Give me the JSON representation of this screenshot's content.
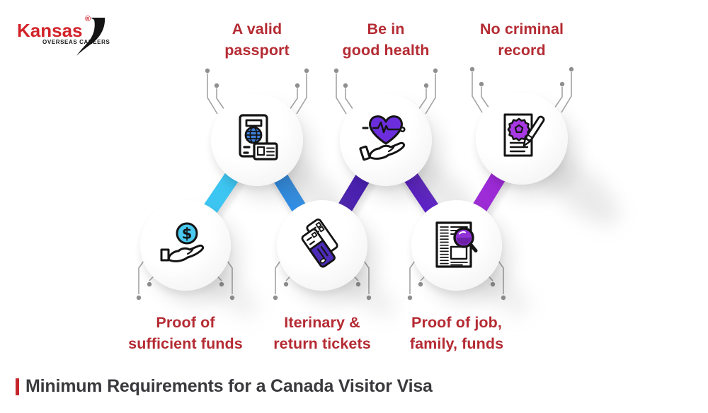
{
  "logo": {
    "brand": "Kansas",
    "registered": "®",
    "tagline": "OVERSEAS CAREERS"
  },
  "footer": {
    "title": "Minimum Requirements for a Canada Visitor Visa"
  },
  "items": [
    {
      "id": "valid-passport",
      "row": "top",
      "line1": "A valid",
      "line2": "passport",
      "icon": "passport-icon",
      "accent": "#3F7ED8"
    },
    {
      "id": "good-health",
      "row": "top",
      "line1": "Be in",
      "line2": "good health",
      "icon": "heart-in-hand-icon",
      "accent": "#6C2EDC"
    },
    {
      "id": "no-criminal-record",
      "row": "top",
      "line1": "No criminal",
      "line2": "record",
      "icon": "police-badge-document-icon",
      "accent": "#A838E3"
    },
    {
      "id": "sufficient-funds",
      "row": "bottom",
      "line1": "Proof of",
      "line2": "sufficient funds",
      "icon": "coin-in-hand-icon",
      "accent": "#49C8F0"
    },
    {
      "id": "itinerary-tickets",
      "row": "bottom",
      "line1": "Iterinary &",
      "line2": "return tickets",
      "icon": "tickets-icon",
      "accent": "#4B2BB8"
    },
    {
      "id": "job-family-funds",
      "row": "bottom",
      "line1": "Proof of job,",
      "line2": "family, funds",
      "icon": "newspaper-magnifier-icon",
      "accent": "#9130D6"
    }
  ],
  "connections": [
    {
      "from": "valid-passport",
      "to": "sufficient-funds",
      "color": "#3EC6F2"
    },
    {
      "from": "valid-passport",
      "to": "itinerary-tickets",
      "color": "#2E8FE9"
    },
    {
      "from": "good-health",
      "to": "itinerary-tickets",
      "color": "#4A21B0"
    },
    {
      "from": "good-health",
      "to": "job-family-funds",
      "color": "#5B1DC9"
    },
    {
      "from": "no-criminal-record",
      "to": "job-family-funds",
      "color": "#9E2BD8"
    }
  ],
  "colors": {
    "label_red": "#B52B33",
    "logo_red": "#D2232A",
    "title_text": "#3A3A3E",
    "title_bar_red": "#C4262C",
    "trace_gray": "#A3A3A3"
  }
}
